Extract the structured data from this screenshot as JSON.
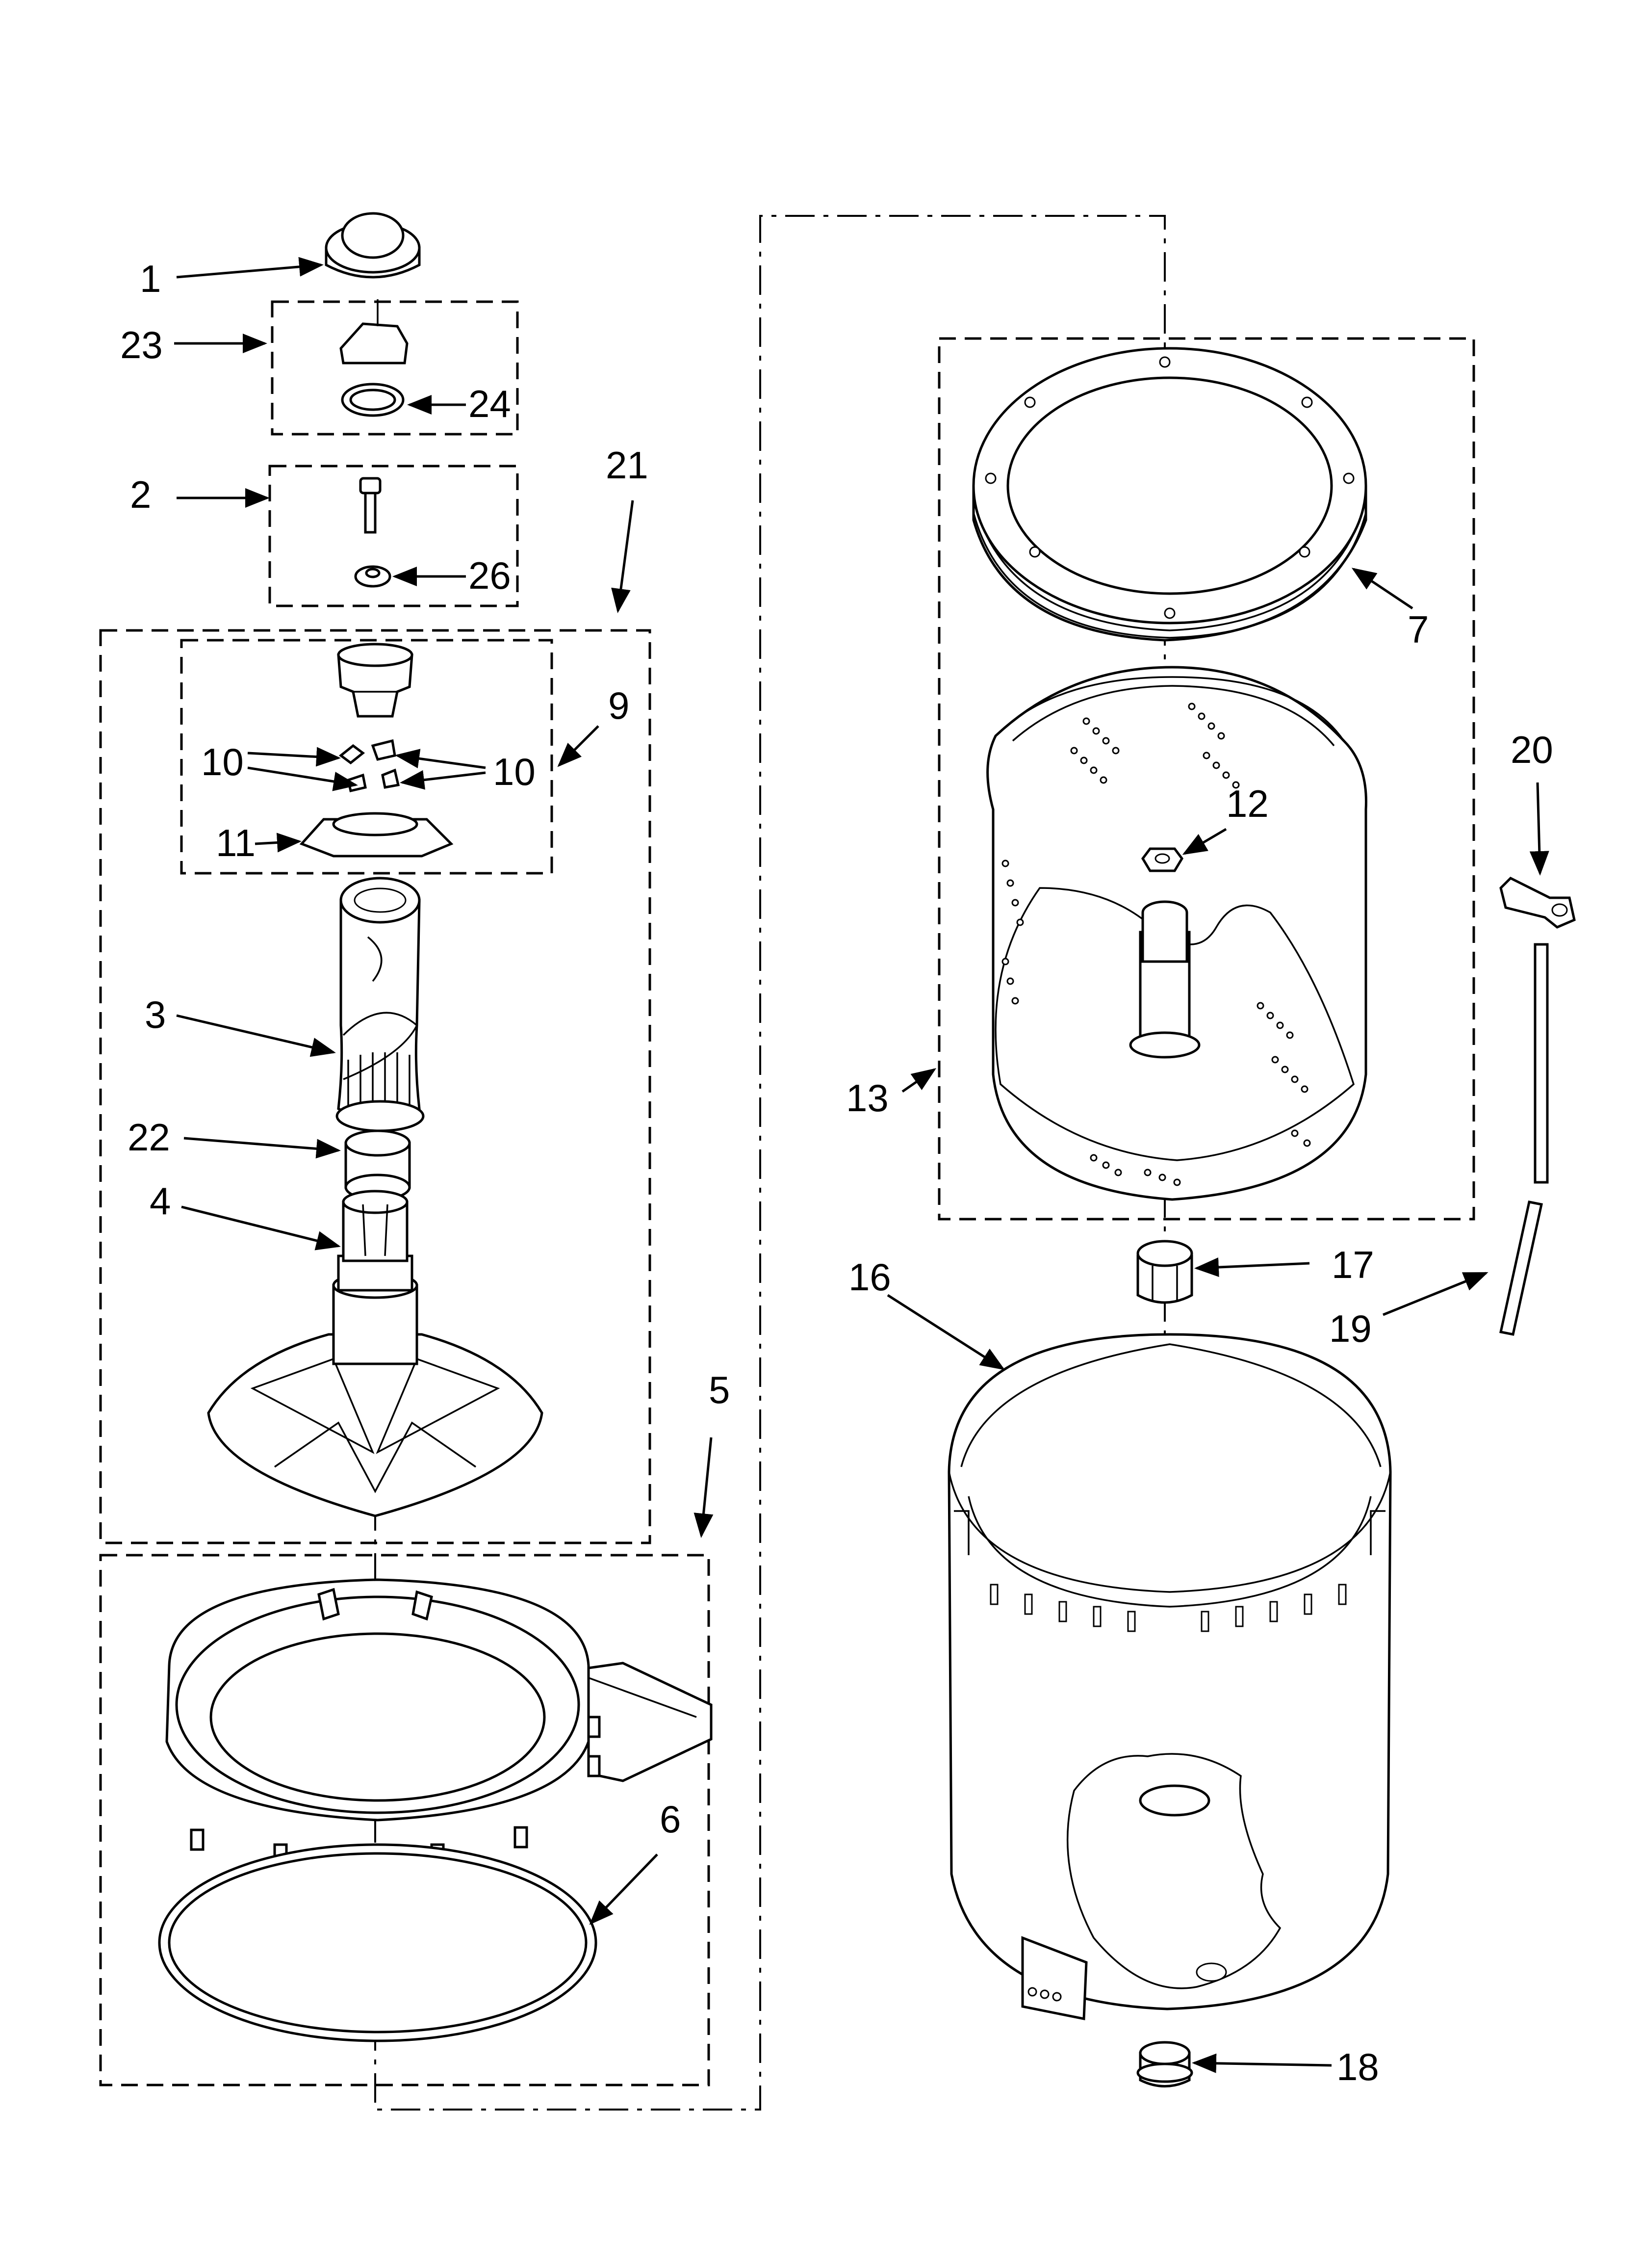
{
  "callouts": {
    "c1": "1",
    "c2": "2",
    "c3": "3",
    "c4": "4",
    "c5": "5",
    "c6": "6",
    "c7": "7",
    "c9": "9",
    "c10a": "10",
    "c10b": "10",
    "c11": "11",
    "c12": "12",
    "c13": "13",
    "c16": "16",
    "c17": "17",
    "c18": "18",
    "c19": "19",
    "c20": "20",
    "c21": "21",
    "c22": "22",
    "c23": "23",
    "c24": "24",
    "c26": "26"
  }
}
